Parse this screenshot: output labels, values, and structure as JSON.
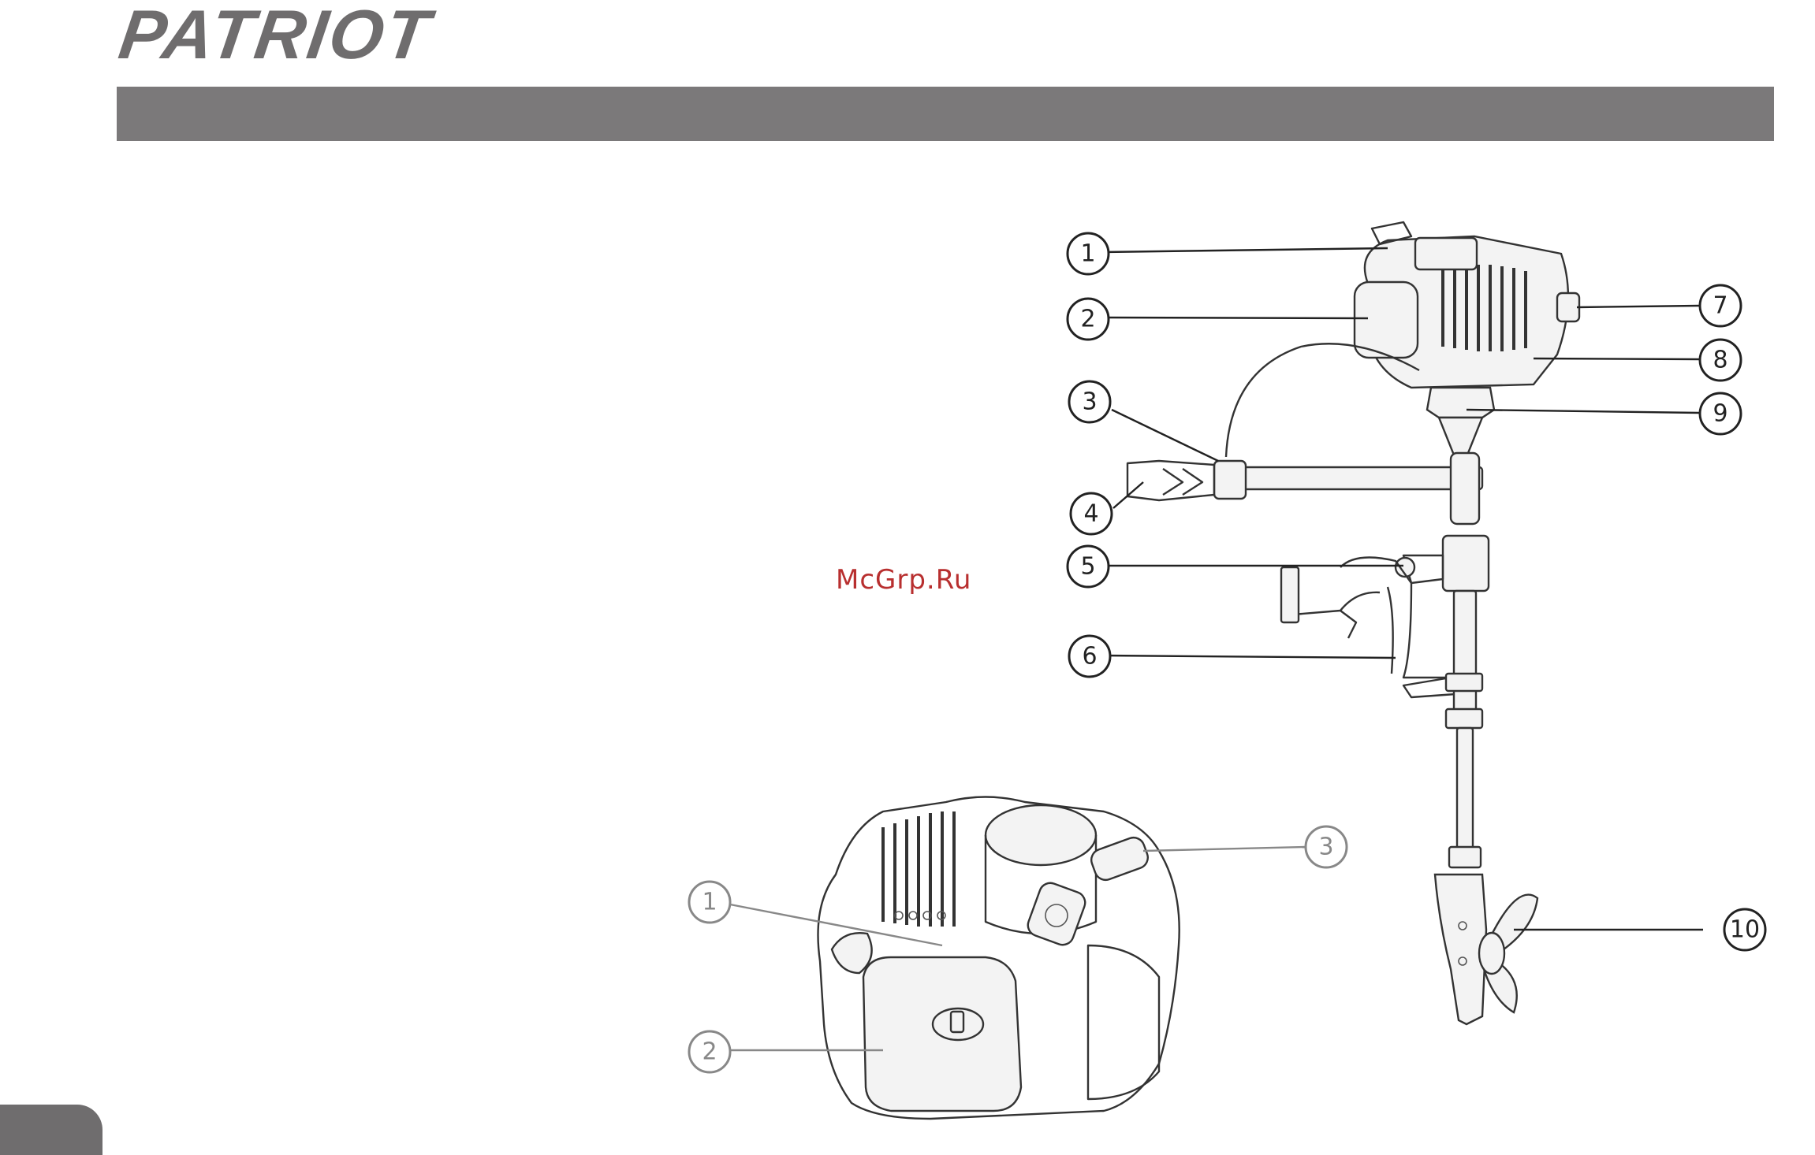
{
  "brand": {
    "logo_text": "PATRIOT"
  },
  "watermark": {
    "text": "McGrp.Ru"
  },
  "diagram_motor": {
    "callouts": [
      {
        "label": "1"
      },
      {
        "label": "2"
      },
      {
        "label": "3"
      },
      {
        "label": "4"
      },
      {
        "label": "5"
      },
      {
        "label": "6"
      },
      {
        "label": "7"
      },
      {
        "label": "8"
      },
      {
        "label": "9"
      },
      {
        "label": "10"
      }
    ]
  },
  "diagram_engine": {
    "callouts": [
      {
        "label": "1"
      },
      {
        "label": "2"
      },
      {
        "label": "3"
      }
    ]
  }
}
